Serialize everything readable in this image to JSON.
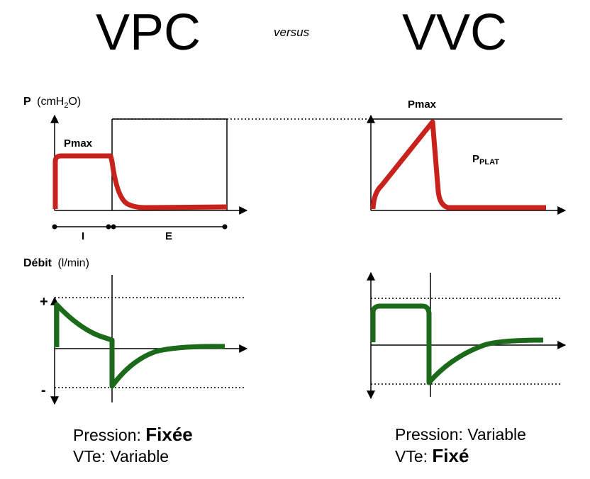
{
  "titles": {
    "left": "VPC",
    "center": "versus",
    "right": "VVC"
  },
  "pressure_panel": {
    "axis_label_bold": "P",
    "axis_label_unit_pre": "(cmH",
    "axis_label_unit_sub": "2",
    "axis_label_unit_post": "O)",
    "left_peak_label": "Pmax",
    "phase_inspiration": "I",
    "phase_expiration": "E",
    "right_peak_label": "Pmax",
    "plateau_label_main": "P",
    "plateau_label_sub": "PLAT"
  },
  "flow_panel": {
    "axis_label_bold": "Débit",
    "axis_label_unit": "(l/min)",
    "plus_sign": "+",
    "minus_sign": "-"
  },
  "captions": {
    "left": {
      "pressure_prefix": "Pression: ",
      "pressure_value": "Fixée",
      "volume_prefix": "VTe: ",
      "volume_value": "Variable"
    },
    "right": {
      "pressure_prefix": "Pression: ",
      "pressure_value": "Variable",
      "volume_prefix": "VTe: ",
      "volume_value": "Fixé"
    }
  },
  "colors": {
    "pressure_curve": "#c8221c",
    "flow_curve": "#1a6a1a",
    "axes": "#000000"
  }
}
